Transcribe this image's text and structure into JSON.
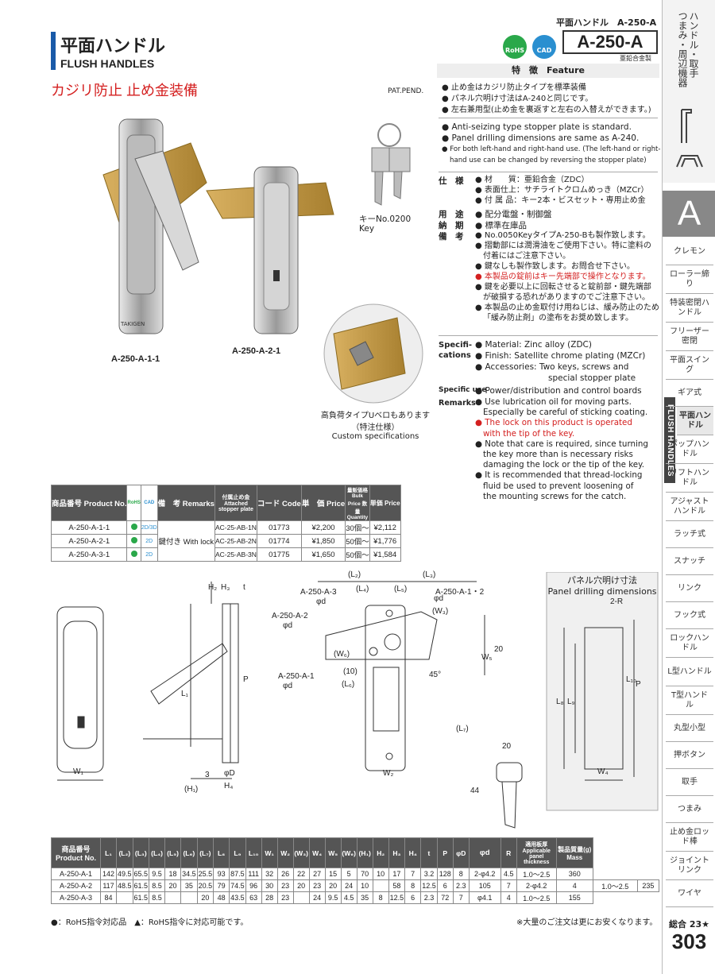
{
  "header": {
    "top_right": "平面ハンドル　A-250-A",
    "title_jp": "平面ハンドル",
    "title_en": "FLUSH  HANDLES",
    "model": "A-250-A",
    "material_badge": "亜鉛合金製",
    "subtitle": "カジリ防止 止め金装備",
    "patent": "PAT.PEND.",
    "rohs": "RoHS",
    "cad": "CAD"
  },
  "sidebar": {
    "top_label": "ハンドル・取手\nつまみ・周辺機器",
    "letter": "A",
    "flush_tab": "FLUSH HANDLES",
    "items": [
      "クレモン",
      "ローラー締り",
      "特装密閉ハンドル",
      "フリーザー密閉",
      "平面スイング",
      "ギア式",
      "平面ハンドル",
      "ポップハンドル",
      "リフトハンドル",
      "アジャストハンドル",
      "ラッチ式",
      "スナッチ",
      "リンク",
      "フック式",
      "ロックハンドル",
      "L型ハンドル",
      "T型ハンドル",
      "丸型小型",
      "押ボタン",
      "取手",
      "つまみ",
      "止め金ロッド棒",
      "ジョイントリンク",
      "ワイヤ"
    ],
    "index": "総合 23★",
    "page": "303"
  },
  "images": {
    "label1": "A-250-A-1-1",
    "label2": "A-250-A-2-1",
    "key_jp": "キーNo.0200",
    "key_en": "Key",
    "custom_jp1": "高負荷タイプUベロもあります",
    "custom_jp2": "（特注仕様）",
    "custom_en": "Custom specifications",
    "brand": "TAKIGEN"
  },
  "feature": {
    "heading": "特　徴　Feature",
    "jp": [
      "止め金はカジリ防止タイプを標準装備",
      "パネル穴明け寸法はA-240と同じです。",
      "左右兼用型(止め金を裏返すと左右の入替えができます。)"
    ],
    "en": [
      "Anti-seizing type stopper plate is standard.",
      "Panel drilling dimensions are same as A-240.",
      "For both left-hand and right-hand use. (The left-hand or right-",
      "hand use can be changed by reversing the stopper plate)"
    ]
  },
  "spec": {
    "label_spec": "仕　様",
    "spec_lines": [
      "材　　質：亜鉛合金（ZDC）",
      "表面仕上：サチライトクロムめっき（MZCr）",
      "付 属 品：キー2本・ビスセット・専用止め金"
    ],
    "label_use": "用　途",
    "use": "配分電盤・制御盤",
    "label_delivery": "納　期",
    "delivery": "標準在庫品",
    "label_note": "備　考",
    "notes": [
      "No.0050KeyタイプA-250-Bも製作致します。",
      "摺動部には潤滑油をご使用下さい。特に塗料の",
      "付着にはご注意下さい。",
      "鍵なしも製作致します。お問合せ下さい。",
      "本製品の錠前はキー先端部で操作となります。",
      "鍵を必要以上に回転させると錠前部・鍵先端部",
      "が破損する恐れがありますのでご注意下さい。",
      "本製品の止め金取付け用ねじは、緩み防止のため",
      "「緩み防止剤」の塗布をお奨め致します。"
    ],
    "label_specs_en1": "Specifi-",
    "label_specs_en2": "cations",
    "specs_en": [
      "Material: Zinc alloy (ZDC)",
      "Finish: Satellite chrome plating (MZCr)",
      "Accessories: Two keys, screws and",
      "special stopper plate"
    ],
    "label_use_en": "Specific use",
    "use_en": "Power/distribution and control boards",
    "label_remarks_en": "Remarks",
    "remarks_en": [
      "Use lubrication oil for moving parts.",
      "Especially be careful of sticking coating.",
      "The lock on this product is operated",
      "with the tip of the key.",
      "Note that care is required, since turning",
      "the key more than is necessary risks",
      "damaging the lock or the tip of the key.",
      "It is recommended that thread-locking",
      "fluid be used to prevent loosening of",
      "the mounting screws for the catch."
    ]
  },
  "price_table": {
    "headers": [
      "商品番号 Product No.",
      "RoHS",
      "CAD",
      "備　考 Remarks",
      "付属止め金 Attached stopper plate",
      "コード Code",
      "単　価 Price",
      "量販価格 Bulk Price 数量 Quantity",
      "単価 Price"
    ],
    "remark": "鍵付き With lock",
    "rows": [
      [
        "A-250-A-1-1",
        "2D/3D",
        "AC-25-AB-1N",
        "01773",
        "¥2,200",
        "30個〜",
        "¥2,112"
      ],
      [
        "A-250-A-2-1",
        "2D",
        "AC-25-AB-2N",
        "01774",
        "¥1,850",
        "50個〜",
        "¥1,776"
      ],
      [
        "A-250-A-3-1",
        "2D",
        "AC-25-AB-3N",
        "01775",
        "¥1,650",
        "50個〜",
        "¥1,584"
      ]
    ]
  },
  "drawing": {
    "panel_jp": "パネル穴明け寸法",
    "panel_en": "Panel drilling dimensions",
    "labels": [
      "H₂",
      "H₃",
      "t",
      "A-250-A-3",
      "φd",
      "A-250-A-2",
      "φd",
      "A-250-A-1",
      "φd",
      "A-250-A-1・2",
      "φd",
      "(L₂)",
      "(L₃)",
      "(L₄)",
      "(L₅)",
      "(W₃)",
      "W₅",
      "20",
      "(W₆)",
      "(10)",
      "(L₆)",
      "45°",
      "(L₇)",
      "L₁",
      "P",
      "3",
      "φD",
      "H₄",
      "(H₁)",
      "W₁",
      "W₂",
      "20",
      "44",
      "2-R",
      "L₈",
      "L₉",
      "L₁₀",
      "P",
      "W₄"
    ]
  },
  "dim_table": {
    "headers": [
      "商品番号 Product No.",
      "L₁",
      "(L₂)",
      "(L₃)",
      "(L₄)",
      "(L₅)",
      "(L₆)",
      "(L₇)",
      "L₈",
      "L₉",
      "L₁₀",
      "W₁",
      "W₂",
      "(W₃)",
      "W₄",
      "W₅",
      "(W₆)",
      "(H₁)",
      "H₂",
      "H₃",
      "H₄",
      "t",
      "P",
      "φD",
      "φd",
      "R",
      "適用板厚 Applicable panel thickness",
      "製品質量(g) Mass"
    ],
    "rows": [
      [
        "A-250-A-1",
        "142",
        "49.5",
        "65.5",
        "9.5",
        "18",
        "34.5",
        "25.5",
        "93",
        "87.5",
        "111",
        "32",
        "26",
        "22",
        "27",
        "15",
        "5",
        "70",
        "10",
        "17",
        "7",
        "3.2",
        "128",
        "8",
        "2-φ4.2",
        "4.5",
        "1.0〜2.5",
        "360"
      ],
      [
        "A-250-A-2",
        "117",
        "48.5",
        "61.5",
        "8.5",
        "20",
        "35",
        "20.5",
        "79",
        "74.5",
        "96",
        "30",
        "23",
        "20",
        "23",
        "20",
        "24",
        "10",
        "",
        "58",
        "8",
        "12.5",
        "6",
        "2.3",
        "105",
        "7",
        "2-φ4.2",
        "4",
        "1.0〜2.5",
        "235"
      ],
      [
        "A-250-A-3",
        "84",
        "",
        "61.5",
        "8.5",
        "",
        "",
        "20",
        "48",
        "43.5",
        "63",
        "28",
        "23",
        "",
        "24",
        "9.5",
        "4.5",
        "35",
        "8",
        "12.5",
        "6",
        "2.3",
        "72",
        "7",
        "φ4.1",
        "4",
        "1.0〜2.5",
        "155"
      ]
    ]
  },
  "footer": {
    "rohs_note": "●：RoHS指令対応品　▲：RoHS指令に対応可能です。",
    "discount_note": "※大量のご注文は更にお安くなります。"
  },
  "colors": {
    "accent_red": "#d42020",
    "title_blue": "#1a5aa8",
    "rohs_green": "#2aa84a",
    "cad_blue": "#2a8fd0"
  }
}
